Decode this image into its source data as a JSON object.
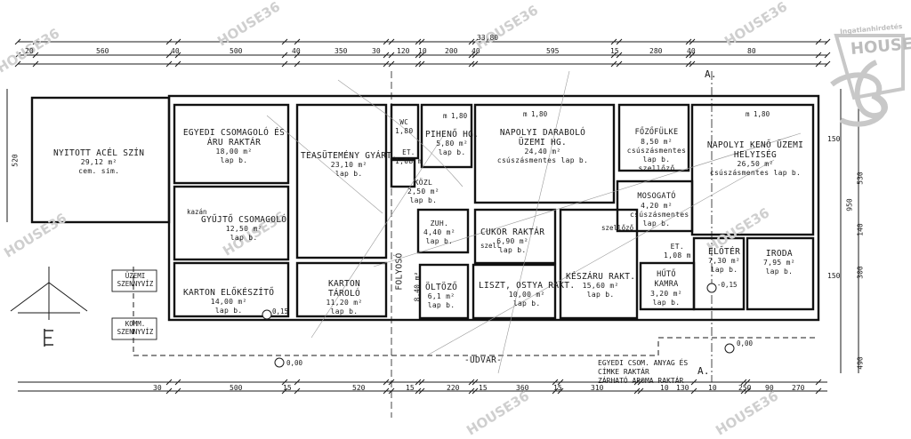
{
  "watermark": "HOUSE36",
  "brand": {
    "line1": "Ingatlanhirdetés",
    "line2": "HOUSE",
    "number": "36"
  },
  "total_width": "33,80",
  "top_dims": [
    "20",
    "560",
    "40",
    "500",
    "40",
    "350",
    "30",
    "120",
    "10",
    "200",
    "40",
    "595",
    "15",
    "280",
    "40",
    "80"
  ],
  "bottom_dims": [
    "30",
    "500",
    "15",
    "520",
    "15",
    "220",
    "15",
    "360",
    "15",
    "310",
    "10",
    "130",
    "10",
    "250",
    "90",
    "270"
  ],
  "side_dims": [
    "520",
    "950",
    "530",
    "140",
    "300",
    "150",
    "150",
    "490"
  ],
  "rooms": [
    {
      "name": "NYITOTT ACÉL SZÍN",
      "area": "29,12 m²",
      "floor": "cem. sim."
    },
    {
      "name": "EGYEDI CSOMAGOLÓ ÉS ÁRU RAKTÁR",
      "area": "18,00 m²",
      "floor": "lap b."
    },
    {
      "name": "GYŰJTŐ CSOMAGOLÓ",
      "area": "12,50 m²",
      "floor": "lap b."
    },
    {
      "name": "KARTON ELŐKÉSZÍTŐ",
      "area": "14,00 m²",
      "floor": "lap b."
    },
    {
      "name": "TEASÜTEMÉNY GYÁRT.",
      "area": "23,10 m²",
      "floor": "lap b."
    },
    {
      "name": "KARTON TÁROLÓ",
      "area": "11,20 m²",
      "floor": "lap b."
    },
    {
      "name": "WC",
      "area": "1,80",
      "floor": ""
    },
    {
      "name": "ET.",
      "area": "1,08 m",
      "floor": ""
    },
    {
      "name": "KÖZL",
      "area": "2,50 m²",
      "floor": "lap b."
    },
    {
      "name": "PIHENŐ HG.",
      "area": "5,80 m²",
      "floor": "lap b."
    },
    {
      "name": "NAPOLYI DARABOLÓ ÜZEMI HG.",
      "area": "24,40 m²",
      "floor": "csúszásmentes lap b."
    },
    {
      "name": "FŐZŐFÜLKE",
      "area": "8,50 m²",
      "floor": "csúszásmentes lap b. szellőző"
    },
    {
      "name": "NAPOLYI KENŐ ÜZEMI HELYISÉG",
      "area": "26,50 m²",
      "floor": "csúszásmentes lap b."
    },
    {
      "name": "ZUH.",
      "area": "4,40 m²",
      "floor": "lap b."
    },
    {
      "name": "CUKOR RAKTÁR",
      "area": "6,90 m²",
      "floor": "lap b."
    },
    {
      "name": "MOSOGATÓ",
      "area": "4,20 m²",
      "floor": "csúszásmentes lap b."
    },
    {
      "name": "ÖLTÖZŐ",
      "area": "6,1 m²",
      "floor": "lap b."
    },
    {
      "name": "LISZT, OSTYA RAKT.",
      "area": "10,00 m²",
      "floor": "lap b."
    },
    {
      "name": "KÉSZÁRU RAKT.",
      "area": "15,60 m²",
      "floor": "lap b."
    },
    {
      "name": "HŰTŐ KAMRA",
      "area": "3,20 m²",
      "floor": "lap b."
    },
    {
      "name": "ET.",
      "area": "1,08 m",
      "floor": ""
    },
    {
      "name": "ELŐTÉR",
      "area": "7,30 m²",
      "floor": "lap b."
    },
    {
      "name": "IRODA",
      "area": "7,95 m²",
      "floor": "lap b."
    }
  ],
  "labels": {
    "folyoso": "FOLYOSÓ",
    "folyoso_area": "8,40 m²",
    "udvar": "-UDVAR-",
    "uzemi": "ÜZEMI SZENNYVÍZ",
    "komm": "KOMM. SZENNYVÍZ",
    "kazan": "kazán",
    "szellozo": "szellőző",
    "szell": "szell",
    "section_a": "A.",
    "level_015a": "0,15",
    "level_015b": "-0,15",
    "level_000a": "0,00",
    "level_000b": "0,00",
    "m180": "m 1,80",
    "egyedi": "EGYEDI CSOM. ANYAG  ÉS",
    "cimke": "CÍMKE RAKTÁR",
    "zarhato": "ZÁRHATÓ AROMA RAKTÁR"
  }
}
